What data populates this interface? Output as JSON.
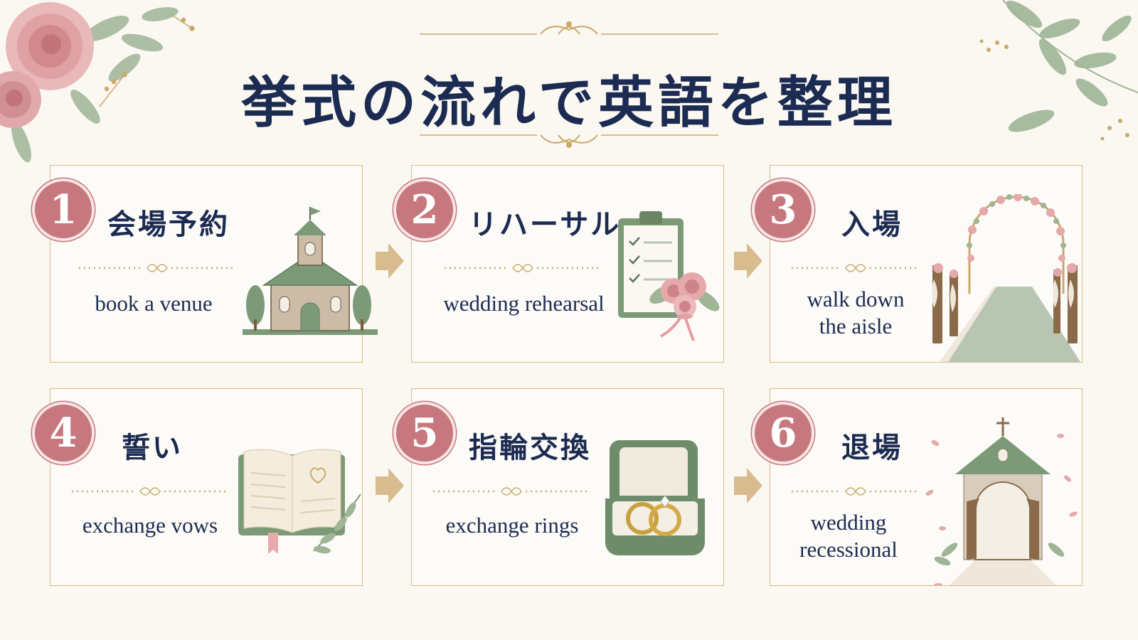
{
  "title": "挙式の流れで英語を整理",
  "steps": [
    {
      "num": "1",
      "jp": "会場予約",
      "en": "book a venue",
      "icon": "chapel-icon"
    },
    {
      "num": "2",
      "jp": "リハーサル",
      "en": "wedding rehearsal",
      "icon": "clipboard-checklist-icon"
    },
    {
      "num": "3",
      "jp": "入場",
      "en_line1": "walk down",
      "en_line2": "the aisle",
      "icon": "aisle-arch-icon"
    },
    {
      "num": "4",
      "jp": "誓い",
      "en": "exchange vows",
      "icon": "open-book-icon"
    },
    {
      "num": "5",
      "jp": "指輪交換",
      "en": "exchange rings",
      "icon": "ring-box-icon"
    },
    {
      "num": "6",
      "jp": "退場",
      "en_line1": "wedding",
      "en_line2": "recessional",
      "icon": "chapel-door-icon"
    }
  ],
  "colors": {
    "accent_pink": "#c7787f",
    "navy": "#1c2b52",
    "gold": "#d8bc8f",
    "sage": "#7d9a78",
    "background": "#fbf8f2"
  }
}
